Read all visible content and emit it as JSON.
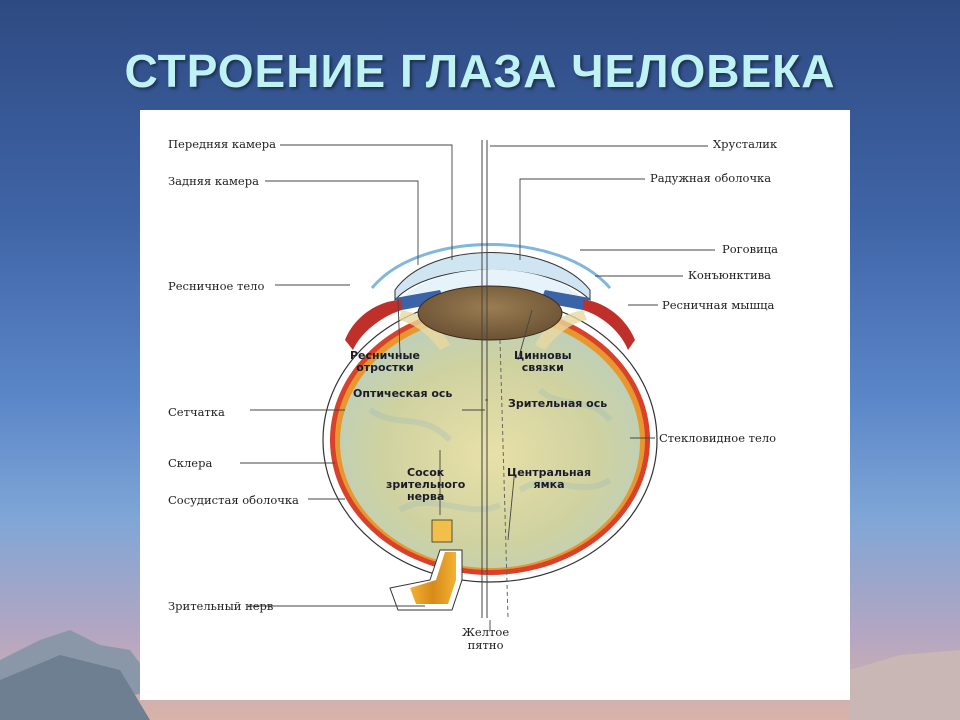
{
  "title": "СТРОЕНИЕ ГЛАЗА ЧЕЛОВЕКА",
  "labels": {
    "anterior_chamber": "Передняя камера",
    "posterior_chamber": "Задняя камера",
    "ciliary_body": "Ресничное тело",
    "retina": "Сетчатка",
    "sclera": "Склера",
    "choroid": "Сосудистая оболочка",
    "optic_nerve": "Зрительный нерв",
    "lens": "Хрусталик",
    "iris": "Радужная оболочка",
    "cornea": "Роговица",
    "conjunctiva": "Конъюнктива",
    "ciliary_muscle": "Ресничная мышца",
    "vitreous_body": "Стекловидное тело",
    "ciliary_processes_1": "Ресничные",
    "ciliary_processes_2": "отростки",
    "zonule_1": "Цинновы",
    "zonule_2": "связки",
    "optical_axis": "Оптическая ось",
    "visual_axis": "Зрительная ось",
    "optic_disc_1": "Сосок",
    "optic_disc_2": "зрительного",
    "optic_disc_3": "нерва",
    "fovea_1": "Центральная",
    "fovea_2": "ямка",
    "macula_1": "Желтое",
    "macula_2": "пятно"
  }
}
